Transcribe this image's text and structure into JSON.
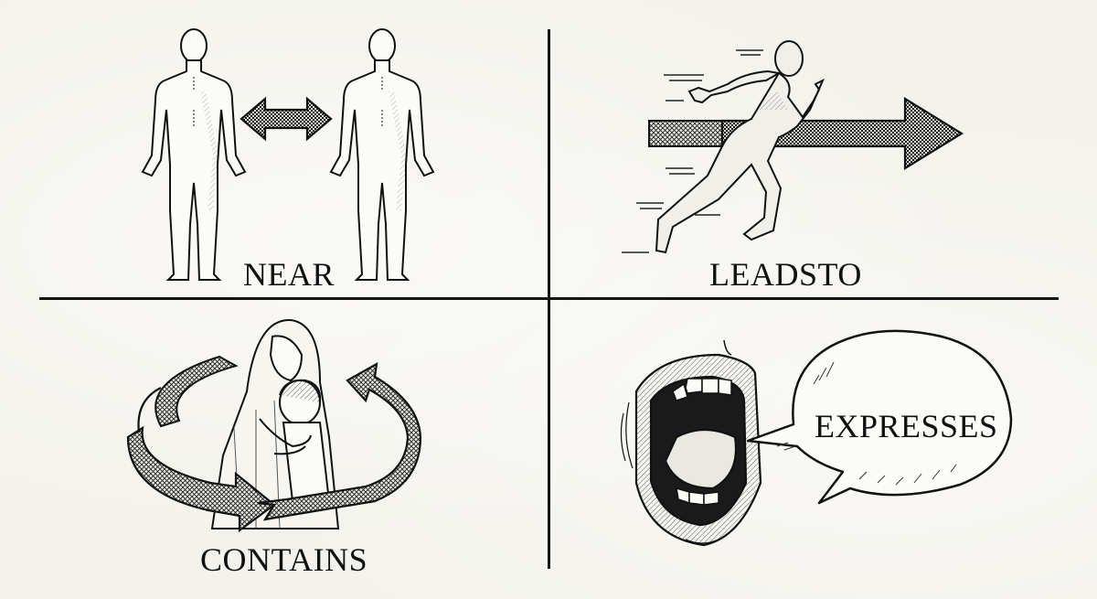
{
  "diagram": {
    "layout": "2x2 grid separated by black cross dividers",
    "colors": {
      "background": "#f3f2ec",
      "ink": "#111111",
      "divider": "#141414"
    },
    "quadrants": [
      {
        "position": "top-left",
        "label": "NEAR",
        "illustration": "two-standing-human-figures-with-double-headed-arrow",
        "icon": "double-arrow-icon"
      },
      {
        "position": "top-right",
        "label": "LEADSTO",
        "illustration": "running-man-with-right-arrow",
        "icon": "right-arrow-icon"
      },
      {
        "position": "bottom-left",
        "label": "CONTAINS",
        "illustration": "mother-hugging-child-encircled-by-circular-arrow",
        "icon": "circular-arrow-icon"
      },
      {
        "position": "bottom-right",
        "label": "EXPRESSES",
        "illustration": "open-mouth-with-speech-bubble",
        "icon": "speech-bubble-icon"
      }
    ]
  }
}
